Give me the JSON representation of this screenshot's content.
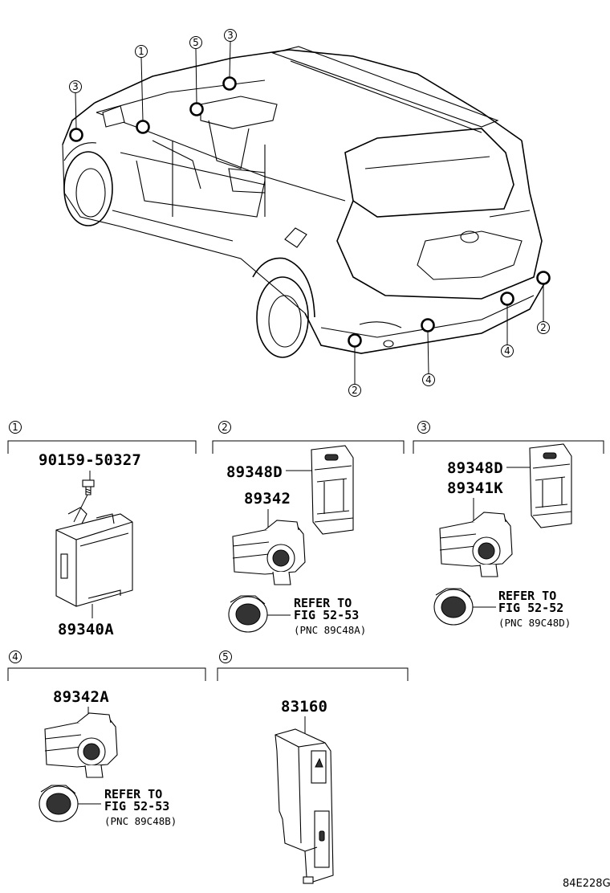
{
  "vehicle": {
    "callouts": [
      "1",
      "5",
      "3",
      "3",
      "2",
      "2",
      "4",
      "4"
    ]
  },
  "sections": [
    {
      "id": "1",
      "parts": [
        "90159-50327",
        "89340A"
      ]
    },
    {
      "id": "2",
      "parts": [
        "89348D",
        "89342"
      ],
      "refer": {
        "line1": "REFER TO",
        "line2": "FIG 52-53",
        "line3": "(PNC 89C48A)"
      }
    },
    {
      "id": "3",
      "parts": [
        "89348D",
        "89341K"
      ],
      "refer": {
        "line1": "REFER TO",
        "line2": "FIG 52-52",
        "line3": "(PNC 89C48D)"
      }
    },
    {
      "id": "4",
      "parts": [
        "89342A"
      ],
      "refer": {
        "line1": "REFER TO",
        "line2": "FIG 52-53",
        "line3": "(PNC 89C48B)"
      }
    },
    {
      "id": "5",
      "parts": [
        "83160"
      ]
    }
  ],
  "diagram_code": "84E228G"
}
